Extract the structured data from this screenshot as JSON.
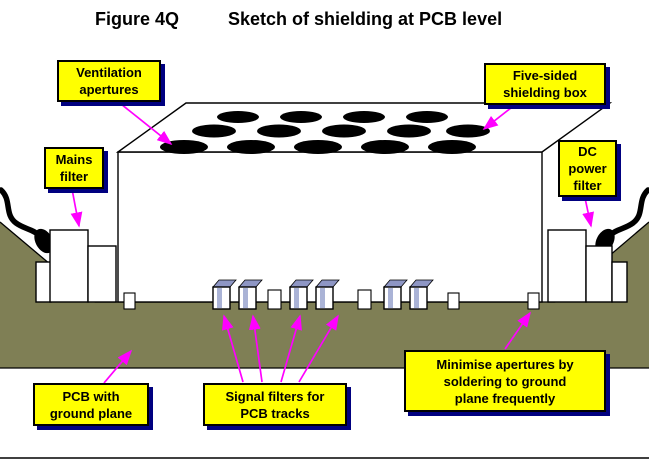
{
  "title": {
    "figure": "Figure 4Q",
    "text": "Sketch of shielding at PCB level"
  },
  "labels": {
    "ventilation": "Ventilation\napertures",
    "shielding_box": "Five-sided\nshielding box",
    "mains_filter": "Mains\nfilter",
    "dc_filter": "DC\npower\nfilter",
    "pcb": "PCB with\nground plane",
    "signal_filters": "Signal filters for\nPCB tracks",
    "minimise": "Minimise apertures by\nsoldering to ground\nplane frequently"
  },
  "colors": {
    "label_bg": "#ffff00",
    "label_shadow": "#000080",
    "arrow": "#ff00ff",
    "pcb": "#7f7f55"
  }
}
